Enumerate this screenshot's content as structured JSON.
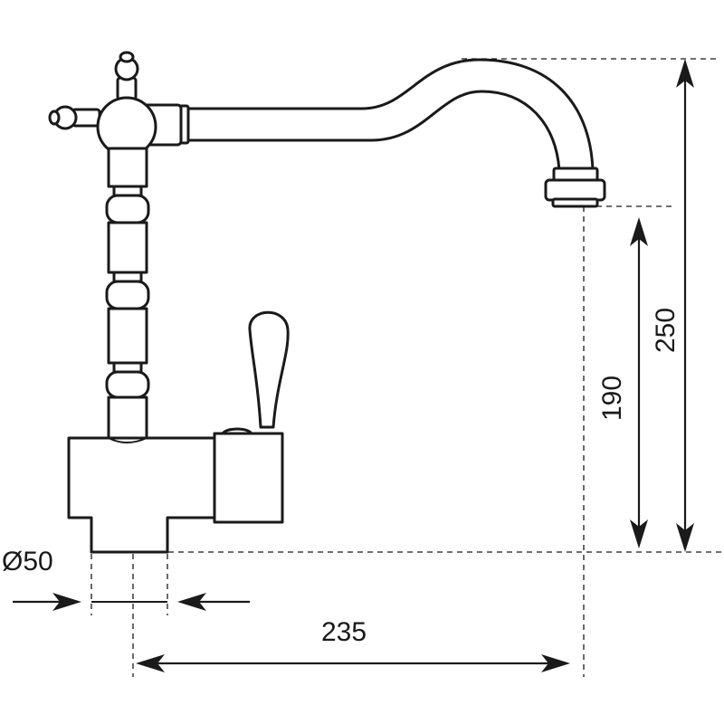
{
  "labels": {
    "diameter": "Ø50",
    "horizontal_reach": "235",
    "spout_height": "190",
    "overall_height": "250"
  },
  "colors": {
    "line": "#1a1a1a",
    "background": "#ffffff"
  }
}
